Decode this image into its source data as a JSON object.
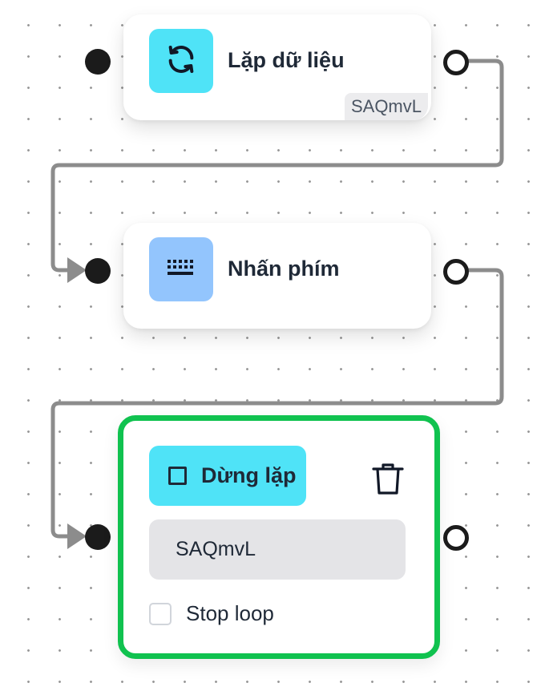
{
  "nodes": {
    "loop_data": {
      "label": "Lặp dữ liệu",
      "tag": "SAQmvL",
      "icon": "refresh-icon",
      "icon_color": "#4fe3f7"
    },
    "press_key": {
      "label": "Nhấn phím",
      "icon": "keyboard-icon",
      "icon_color": "#93c5fd"
    },
    "stop_loop": {
      "button_label": "Dừng lặp",
      "button_icon": "square-icon",
      "button_color": "#4fe3f7",
      "border_color": "#10c24f",
      "field_value": "SAQmvL",
      "checkbox_label": "Stop loop",
      "checkbox_checked": false,
      "delete_icon": "trash-icon"
    }
  },
  "edges": {
    "color": "#8c8c8c"
  }
}
